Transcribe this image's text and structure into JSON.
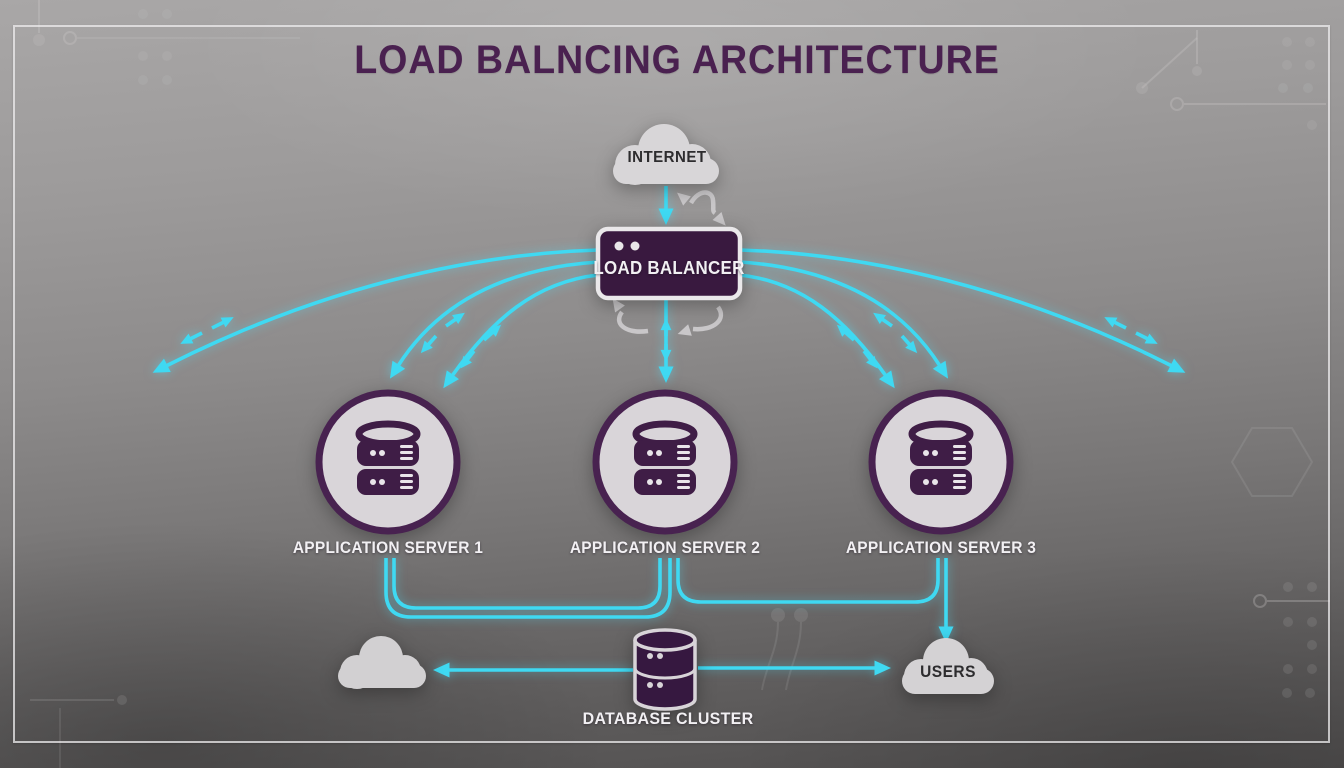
{
  "title": "LOAD BALNCING ARCHITECTURE",
  "diagram": {
    "internet": {
      "label": "INTERNET"
    },
    "load_balancer": {
      "label": "LOAD BALANCER"
    },
    "app_servers": [
      {
        "label": "APPLICATION SERVER 1"
      },
      {
        "label": "APPLICATION SERVER 2"
      },
      {
        "label": "APPLICATION SERVER 3"
      }
    ],
    "database": {
      "label": "DATABASE CLUSTER"
    },
    "users": {
      "label": "USERS"
    }
  },
  "colors": {
    "accent_cyan": "#3fd9f2",
    "node_purple": "#39193f",
    "ring_purple": "#482250",
    "title_purple": "#4a2150",
    "cloud_gray": "#d6d4d6",
    "label_white": "#f2f0f3",
    "connector_gray": "#c9c7c9",
    "background_top": "#a9a7a7",
    "background_bottom": "#4f4d4d"
  }
}
